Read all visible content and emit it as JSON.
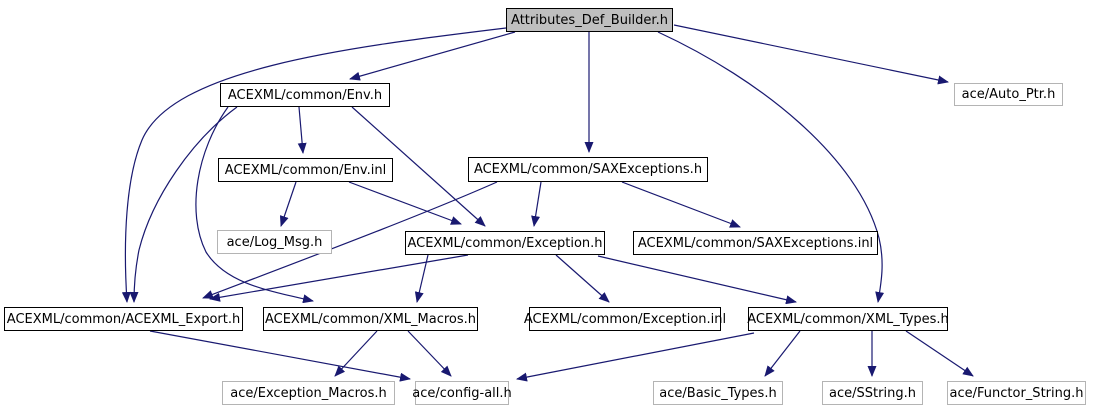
{
  "diagram": {
    "type": "include-dependency-graph",
    "title": "Attributes_Def_Builder.h include graph",
    "root_label": "Attributes_Def_Builder.h",
    "colors": {
      "edge": "#191970",
      "internal_border": "#000000",
      "external_border": "#b4b4b4",
      "root_fill": "#bfbfbf",
      "node_fill": "#ffffff",
      "background": "#ffffff",
      "text": "#000000"
    },
    "nodes": [
      {
        "id": "attributes_def_builder_h",
        "label": "Attributes_Def_Builder.h",
        "kind": "root"
      },
      {
        "id": "env_h",
        "label": "ACEXML/common/Env.h",
        "kind": "internal"
      },
      {
        "id": "auto_ptr_h",
        "label": "ace/Auto_Ptr.h",
        "kind": "external"
      },
      {
        "id": "env_inl",
        "label": "ACEXML/common/Env.inl",
        "kind": "internal"
      },
      {
        "id": "saxexceptions_h",
        "label": "ACEXML/common/SAXExceptions.h",
        "kind": "internal"
      },
      {
        "id": "log_msg_h",
        "label": "ace/Log_Msg.h",
        "kind": "external"
      },
      {
        "id": "exception_h",
        "label": "ACEXML/common/Exception.h",
        "kind": "internal"
      },
      {
        "id": "saxexceptions_inl",
        "label": "ACEXML/common/SAXExceptions.inl",
        "kind": "internal"
      },
      {
        "id": "acexml_export_h",
        "label": "ACEXML/common/ACEXML_Export.h",
        "kind": "internal"
      },
      {
        "id": "xml_macros_h",
        "label": "ACEXML/common/XML_Macros.h",
        "kind": "internal"
      },
      {
        "id": "exception_inl",
        "label": "ACEXML/common/Exception.inl",
        "kind": "internal"
      },
      {
        "id": "xml_types_h",
        "label": "ACEXML/common/XML_Types.h",
        "kind": "internal"
      },
      {
        "id": "exception_macros_h",
        "label": "ace/Exception_Macros.h",
        "kind": "external"
      },
      {
        "id": "config_all_h",
        "label": "ace/config-all.h",
        "kind": "external"
      },
      {
        "id": "basic_types_h",
        "label": "ace/Basic_Types.h",
        "kind": "external"
      },
      {
        "id": "sstring_h",
        "label": "ace/SString.h",
        "kind": "external"
      },
      {
        "id": "functor_string_h",
        "label": "ace/Functor_String.h",
        "kind": "external"
      }
    ],
    "edges": [
      {
        "from": "attributes_def_builder_h",
        "to": "env_h"
      },
      {
        "from": "attributes_def_builder_h",
        "to": "saxexceptions_h"
      },
      {
        "from": "attributes_def_builder_h",
        "to": "auto_ptr_h"
      },
      {
        "from": "attributes_def_builder_h",
        "to": "acexml_export_h"
      },
      {
        "from": "attributes_def_builder_h",
        "to": "xml_types_h"
      },
      {
        "from": "env_h",
        "to": "env_inl"
      },
      {
        "from": "env_h",
        "to": "exception_h"
      },
      {
        "from": "env_h",
        "to": "acexml_export_h"
      },
      {
        "from": "env_h",
        "to": "xml_macros_h"
      },
      {
        "from": "env_inl",
        "to": "log_msg_h"
      },
      {
        "from": "env_inl",
        "to": "exception_h"
      },
      {
        "from": "saxexceptions_h",
        "to": "exception_h"
      },
      {
        "from": "saxexceptions_h",
        "to": "saxexceptions_inl"
      },
      {
        "from": "saxexceptions_h",
        "to": "acexml_export_h"
      },
      {
        "from": "exception_h",
        "to": "acexml_export_h"
      },
      {
        "from": "exception_h",
        "to": "xml_macros_h"
      },
      {
        "from": "exception_h",
        "to": "exception_inl"
      },
      {
        "from": "exception_h",
        "to": "xml_types_h"
      },
      {
        "from": "acexml_export_h",
        "to": "config_all_h"
      },
      {
        "from": "xml_macros_h",
        "to": "exception_macros_h"
      },
      {
        "from": "xml_macros_h",
        "to": "config_all_h"
      },
      {
        "from": "xml_types_h",
        "to": "config_all_h"
      },
      {
        "from": "xml_types_h",
        "to": "basic_types_h"
      },
      {
        "from": "xml_types_h",
        "to": "sstring_h"
      },
      {
        "from": "xml_types_h",
        "to": "functor_string_h"
      }
    ]
  }
}
